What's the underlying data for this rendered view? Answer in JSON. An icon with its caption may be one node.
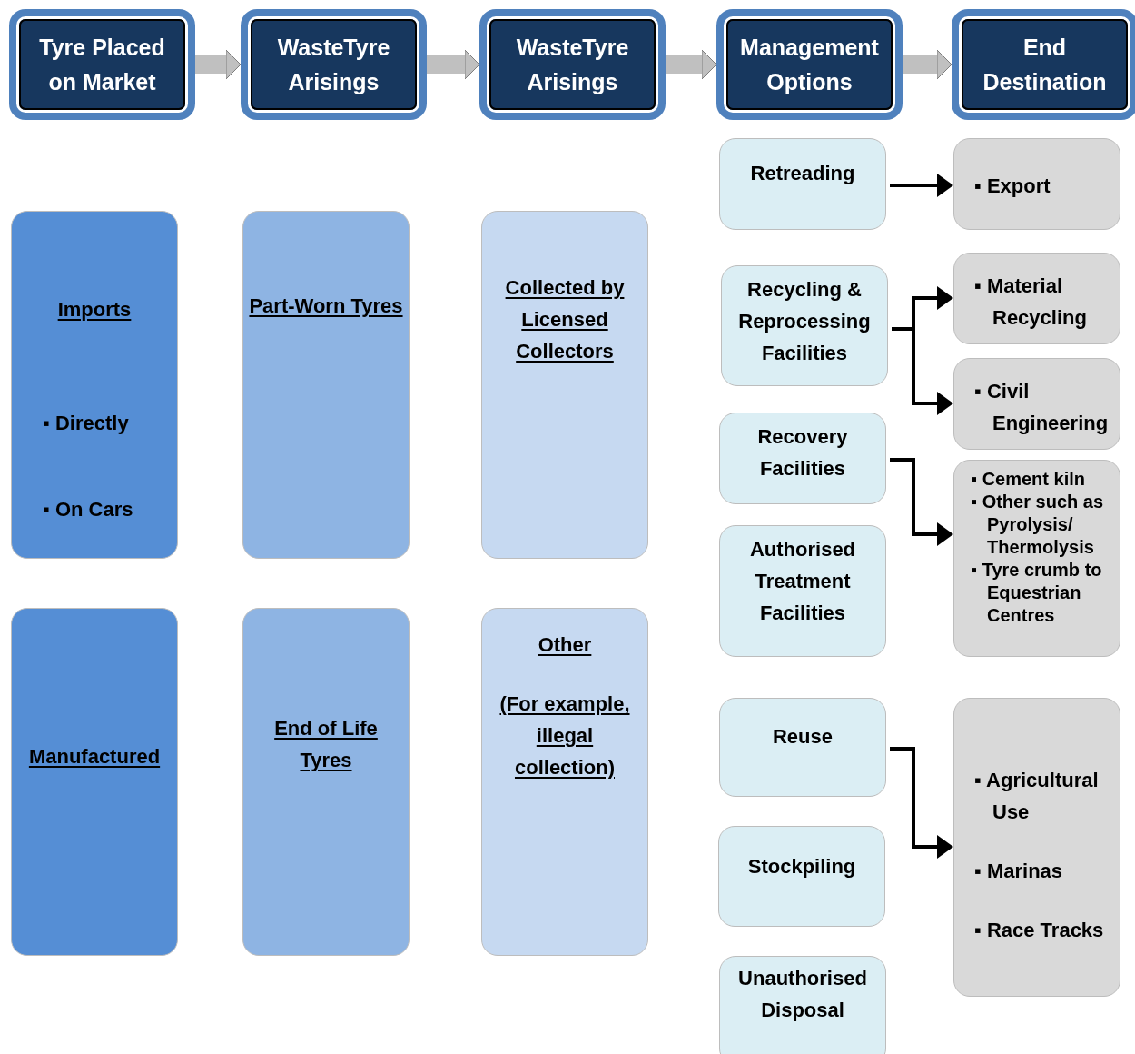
{
  "diagram": {
    "nodes": [
      {
        "text": [
          "Tyre Placed on Market"
        ]
      },
      {
        "text": [
          "WasteTyre Arisings"
        ]
      },
      {
        "text": [
          "WasteTyre Arisings"
        ]
      },
      {
        "text": [
          "Management Options"
        ]
      },
      {
        "text": [
          "End Destination"
        ]
      },
      {
        "text": [
          "Imports",
          "▪ Directly",
          "▪ On Cars"
        ]
      },
      {
        "text": [
          "Part-Worn Tyres"
        ]
      },
      {
        "text": [
          "Collected by Licensed Collectors"
        ]
      },
      {
        "text": [
          "Manufactured"
        ]
      },
      {
        "text": [
          "End of Life Tyres"
        ]
      },
      {
        "text": [
          "Other",
          "(For example, illegal collection)"
        ]
      },
      {
        "text": [
          "Retreading"
        ]
      },
      {
        "text": [
          "Recycling & Reprocessing Facilities"
        ]
      },
      {
        "text": [
          "Recovery Facilities"
        ]
      },
      {
        "text": [
          "Authorised Treatment Facilities"
        ]
      },
      {
        "text": [
          "Reuse"
        ]
      },
      {
        "text": [
          "Stockpiling"
        ]
      },
      {
        "text": [
          "Unauthorised Disposal"
        ]
      },
      {
        "text": [
          "▪ Export"
        ]
      },
      {
        "text": [
          "▪ Material Recycling"
        ]
      },
      {
        "text": [
          "▪ Civil Engineering"
        ]
      },
      {
        "text": [
          "▪ Cement kiln",
          "▪ Other such as Pyrolysis/ Thermolysis",
          "▪ Tyre crumb to Equestrian Centres"
        ]
      },
      {
        "text": [
          "▪ Agricultural Use",
          "▪ Marinas",
          "▪ Race Tracks"
        ]
      }
    ],
    "edges": [
      {
        "from": 0,
        "to": 1,
        "arrow": "to",
        "style": "thick",
        "color": "#c0c0c0"
      },
      {
        "from": 1,
        "to": 2,
        "arrow": "to",
        "style": "thick",
        "color": "#c0c0c0"
      },
      {
        "from": 2,
        "to": 3,
        "arrow": "to",
        "style": "thick",
        "color": "#c0c0c0"
      },
      {
        "from": 3,
        "to": 4,
        "arrow": "to",
        "style": "thick",
        "color": "#c0c0c0"
      },
      {
        "from": 11,
        "to": 18,
        "arrow": "to"
      },
      {
        "from": 12,
        "to": 19,
        "arrow": "to"
      },
      {
        "from": 12,
        "to": 20,
        "arrow": "to"
      },
      {
        "from": 13,
        "to": 21,
        "arrow": "to"
      },
      {
        "from": 15,
        "to": 22,
        "arrow": "to"
      }
    ]
  }
}
